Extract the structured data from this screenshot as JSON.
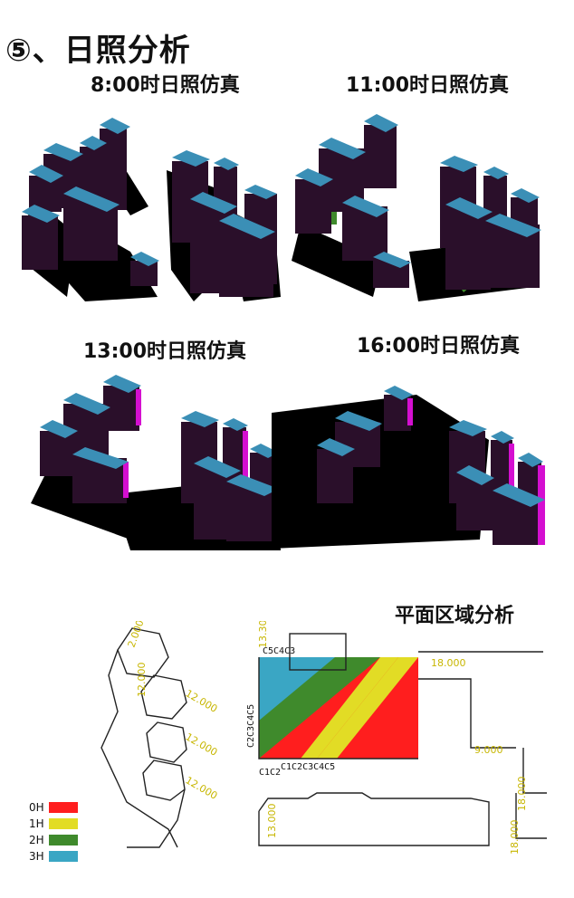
{
  "title": "⑤、日照分析",
  "captions": {
    "t8": "8:00时日照仿真",
    "t11": "11:00时日照仿真",
    "t13": "13:00时日照仿真",
    "t16": "16:00时日照仿真",
    "plan": "平面区域分析"
  },
  "legend": [
    {
      "label": "0H",
      "color": "#ff1e1e"
    },
    {
      "label": "1H",
      "color": "#e2dc25"
    },
    {
      "label": "2H",
      "color": "#3f8a2c"
    },
    {
      "label": "3H",
      "color": "#3aa6c4"
    }
  ],
  "colors": {
    "roof": "#3b8fb6",
    "wall": "#2a0f2a",
    "shadow": "#000000",
    "sunwall": "#d40fd0"
  },
  "plan_labels": {
    "d1": "2.000",
    "d2": "12.000",
    "d3": "12.000",
    "d4": "12.000",
    "d5": "12.000",
    "d6": "13.300",
    "d7": "18.000",
    "d8": "9.000",
    "d9": "13.000",
    "d10": "18.000",
    "d11": "18.000",
    "c1": "C1C2C3C4C5",
    "c2": "C5C4C3",
    "c3": "C1C2",
    "c4": "C2C3C4C5"
  }
}
